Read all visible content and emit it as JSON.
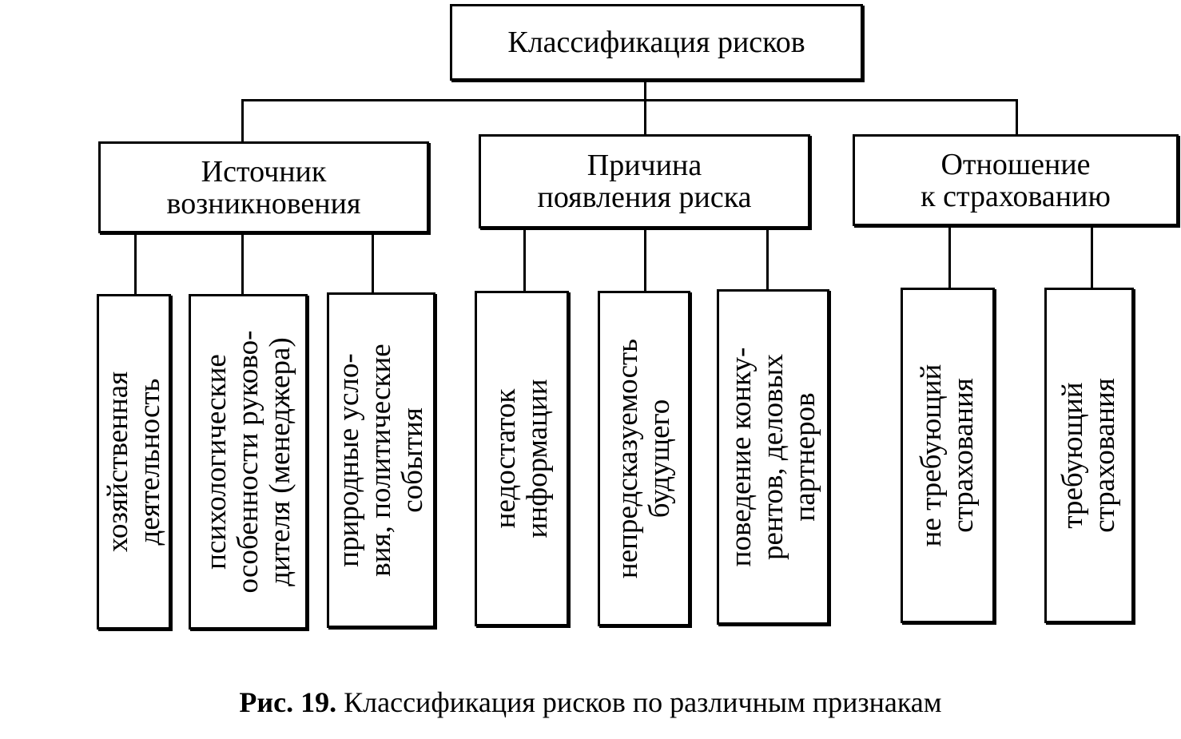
{
  "root": {
    "title": "Классификация рисков"
  },
  "groups": [
    {
      "lines": [
        "Источник",
        "возникновения"
      ],
      "items": [
        {
          "lines": [
            "хозяйственная",
            "деятельность"
          ]
        },
        {
          "lines": [
            "психологические",
            "особенности руково-",
            "дителя (менеджера)"
          ]
        },
        {
          "lines": [
            "природные усло-",
            "вия, политические",
            "события"
          ]
        }
      ]
    },
    {
      "lines": [
        "Причина",
        "появления риска"
      ],
      "items": [
        {
          "lines": [
            "недостаток",
            "информации"
          ]
        },
        {
          "lines": [
            "непредсказуемость",
            "будущего"
          ]
        },
        {
          "lines": [
            "поведение конку-",
            "рентов, деловых",
            "партнеров"
          ]
        }
      ]
    },
    {
      "lines": [
        "Отношение",
        "к страхованию"
      ],
      "items": [
        {
          "lines": [
            "не требующий",
            "страхования"
          ]
        },
        {
          "lines": [
            "требующий",
            "страхования"
          ]
        }
      ]
    }
  ],
  "caption": {
    "label": "Рис. 19.",
    "text": "Классификация рисков по различным признакам"
  }
}
